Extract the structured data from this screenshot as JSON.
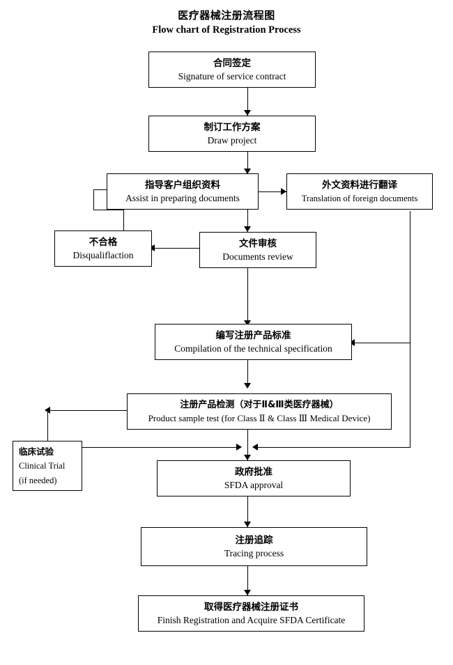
{
  "title": {
    "cn": "医疗器械注册流程图",
    "en": "Flow chart of Registration Process"
  },
  "nodes": {
    "contract": {
      "cn": "合同签定",
      "en": "Signature of service contract"
    },
    "project": {
      "cn": "制订工作方案",
      "en": "Draw project"
    },
    "assist": {
      "cn": "指导客户组织资料",
      "en": "Assist in preparing documents"
    },
    "translation": {
      "cn": "外文资料进行翻译",
      "en": "Translation of foreign documents"
    },
    "disqualify": {
      "cn": "不合格",
      "en": "Disqualiflaction"
    },
    "review": {
      "cn": "文件审核",
      "en": "Documents review"
    },
    "specification": {
      "cn": "编写注册产品标准",
      "en": "Compilation of the technical specification"
    },
    "sampletest": {
      "cn": "注册产品检测（对于Ⅱ&Ⅲ类医疗器械）",
      "en": "Product sample test (for Class  Ⅱ & Class  Ⅲ  Medical Device)"
    },
    "clinical": {
      "cn": "临床试验",
      "en": "Clinical Trial",
      "note": "(if needed)"
    },
    "approval": {
      "cn": "政府批准",
      "en": "SFDA approval"
    },
    "tracing": {
      "cn": "注册追踪",
      "en": "Tracing process"
    },
    "certificate": {
      "cn": "取得医疗器械注册证书",
      "en": "Finish Registration and Acquire SFDA Certificate"
    }
  },
  "colors": {
    "background": "#ffffff",
    "stroke": "#000000",
    "text": "#000000"
  }
}
